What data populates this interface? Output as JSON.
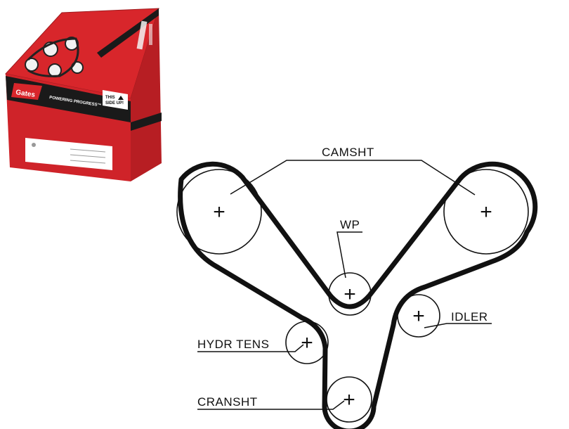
{
  "product_box": {
    "brand": "Gates",
    "slogan": "POWERING PROGRESS™",
    "orientation_note": [
      "THIS",
      "SIDE UP!"
    ],
    "colors": {
      "red": "#d8262b",
      "dark": "#1a1a1a",
      "white": "#ffffff"
    }
  },
  "diagram": {
    "labels": {
      "camshaft": "CAMSHT",
      "water_pump": "WP",
      "idler": "IDLER",
      "hydraulic_tensioner": "HYDR TENS",
      "crankshaft": "CRANSHT"
    },
    "center_mark": "+",
    "colors": {
      "belt": "#111111",
      "pulley": "#111111"
    }
  }
}
